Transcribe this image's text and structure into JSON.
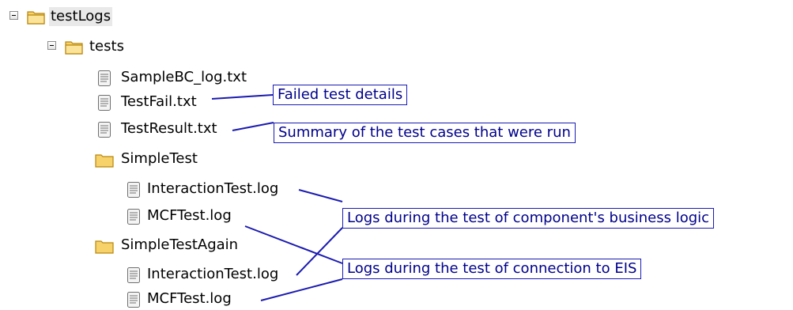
{
  "tree": {
    "root": {
      "label": "testLogs",
      "icon": "folder-open-icon"
    },
    "tests": {
      "label": "tests",
      "icon": "folder-open-icon"
    },
    "files": [
      {
        "label": "SampleBC_log.txt",
        "icon": "text-file-icon"
      },
      {
        "label": "TestFail.txt",
        "icon": "text-file-icon"
      },
      {
        "label": "TestResult.txt",
        "icon": "text-file-icon"
      }
    ],
    "simple_test": {
      "label": "SimpleTest",
      "icon": "folder-icon",
      "children": [
        {
          "label": "InteractionTest.log",
          "icon": "text-file-icon"
        },
        {
          "label": "MCFTest.log",
          "icon": "text-file-icon"
        }
      ]
    },
    "simple_test_again": {
      "label": "SimpleTestAgain",
      "icon": "folder-icon",
      "children": [
        {
          "label": "InteractionTest.log",
          "icon": "text-file-icon"
        },
        {
          "label": "MCFTest.log",
          "icon": "text-file-icon"
        }
      ]
    }
  },
  "callouts": {
    "failed": "Failed test details",
    "summary": "Summary of the test cases that were run",
    "business_logic": "Logs during the test of component's business logic",
    "connection": "Logs during the test of connection to EIS"
  },
  "colors": {
    "callout_border": "#1b1bb0",
    "callout_text": "#00008b",
    "folder_fill": "#f7d26a",
    "folder_stroke": "#b8860b"
  }
}
